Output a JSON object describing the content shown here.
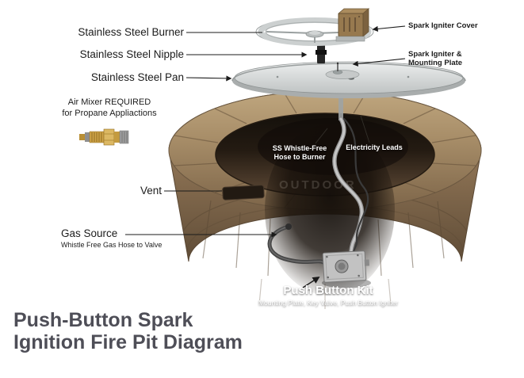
{
  "title": {
    "line1": "Push-Button Spark",
    "line2": "Ignition Fire Pit Diagram"
  },
  "labels": {
    "burner": "Stainless Steel Burner",
    "nipple": "Stainless Steel Nipple",
    "pan": "Stainless Steel Pan",
    "air_mixer": {
      "line1": "Air Mixer REQUIRED",
      "line2": "for Propane Appliactions"
    },
    "vent": "Vent",
    "gas_source": {
      "label": "Gas Source",
      "sub": "Whistle Free Gas Hose to Valve"
    },
    "spark_igniter_cover": "Spark Igniter Cover",
    "spark_igniter_plate": {
      "line1": "Spark Igniter &",
      "line2": "Mounting Plate"
    },
    "hose": {
      "line1": "SS Whistle-Free",
      "line2": "Hose to Burner"
    },
    "electricity_leads": "Electricity Leads",
    "push_button_kit": {
      "label": "Push Button Kit",
      "sub": "Mounting Plate, Key Valve, Push Button Igniter"
    }
  },
  "watermark": "OUTDOOR",
  "colors": {
    "stone": "#8a7052",
    "stone_light": "#a78d68",
    "steel": "#c6c9c9",
    "brass": "#cfa449",
    "interior_shadow": "#1f1711",
    "title_text": "#4e4e57",
    "label_text": "#1c1c1c",
    "white_label": "#ffffff"
  }
}
